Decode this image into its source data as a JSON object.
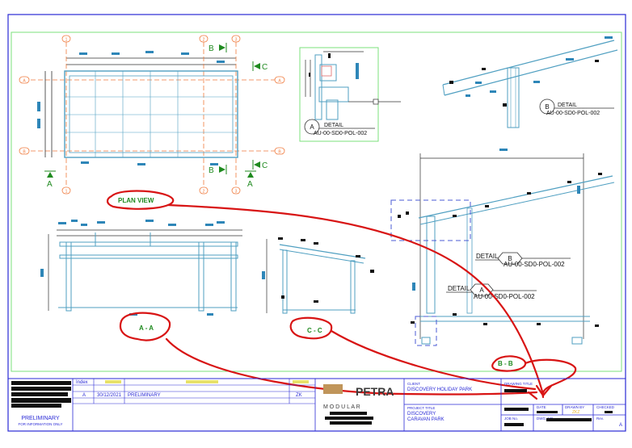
{
  "views": {
    "plan": {
      "label": "PLAN VIEW"
    },
    "section_aa": {
      "label": "A - A"
    },
    "section_cc": {
      "label": "C - C"
    },
    "section_bb": {
      "label": "B - B"
    }
  },
  "markers": {
    "grid_1": "1",
    "grid_2": "2",
    "grid_3": "3",
    "grid_a": "A",
    "grid_b": "B",
    "sec_a": "A",
    "sec_b": "B",
    "sec_c": "C"
  },
  "details": {
    "detail_a": {
      "letter": "A",
      "word": "DETAIL",
      "ref": "AU-00-SD0-POL-002"
    },
    "detail_b": {
      "letter": "B",
      "word": "DETAIL",
      "ref": "AU-00-SD0-POL-002"
    }
  },
  "title_block": {
    "status": "PRELIMINARY",
    "status_note": "FOR INFORMATION ONLY",
    "revision_table": {
      "index_header": "Index",
      "rows": [
        {
          "index": "A",
          "date": "30/12/2021",
          "description": "PRELIMINARY",
          "by": "ZK"
        }
      ]
    },
    "logo": {
      "name": "PETRA",
      "sub": "M O D U L A R"
    },
    "client_label": "CLIENT",
    "client_value": "DISCOVERY HOLIDAY PARK",
    "project_label": "PROJECT TITLE",
    "project_line1": "DISCOVERY",
    "project_line2": "CARAVAN PARK",
    "drawing_title_label": "DRAWING TITLE",
    "date_label": "DATE",
    "drawn_by_label": "DRAWN BY",
    "drawn_by_value": "ZKZ",
    "checked_label": "CHECKED",
    "job_no_label": "JOB No.",
    "dwg_no_label": "DWG. NO",
    "rev_label": "Rev.",
    "rev_value": "A"
  },
  "colors": {
    "frame": "#2a2ad6",
    "drawing_border": "#7be07b",
    "steel": "#4f9fc1",
    "dimension": "#303030",
    "gridline": "#f07a3c",
    "label_green": "#1f8a1f",
    "markup_red": "#d81414"
  }
}
